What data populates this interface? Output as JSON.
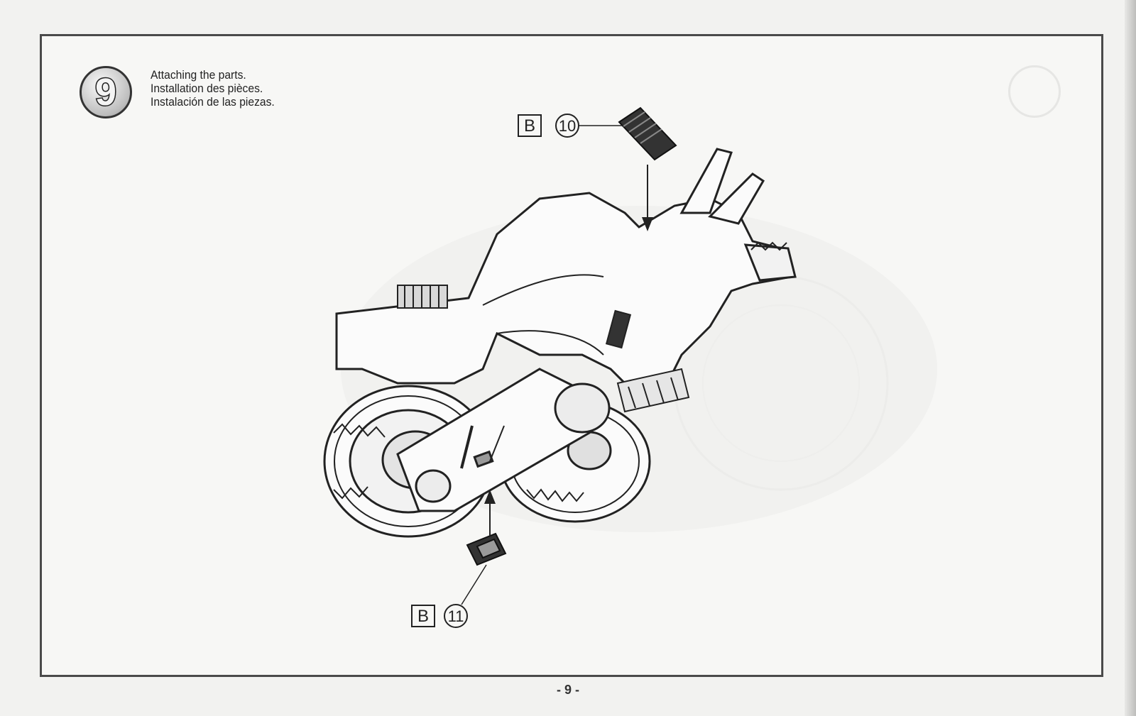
{
  "instruction": {
    "step_number": "9",
    "lines": [
      "Attaching the parts.",
      "Installation des pièces.",
      "Instalación de las piezas."
    ]
  },
  "callouts": [
    {
      "sprue": "B",
      "part": "10"
    },
    {
      "sprue": "B",
      "part": "11"
    }
  ],
  "footer": {
    "page_number": "- 9 -"
  }
}
